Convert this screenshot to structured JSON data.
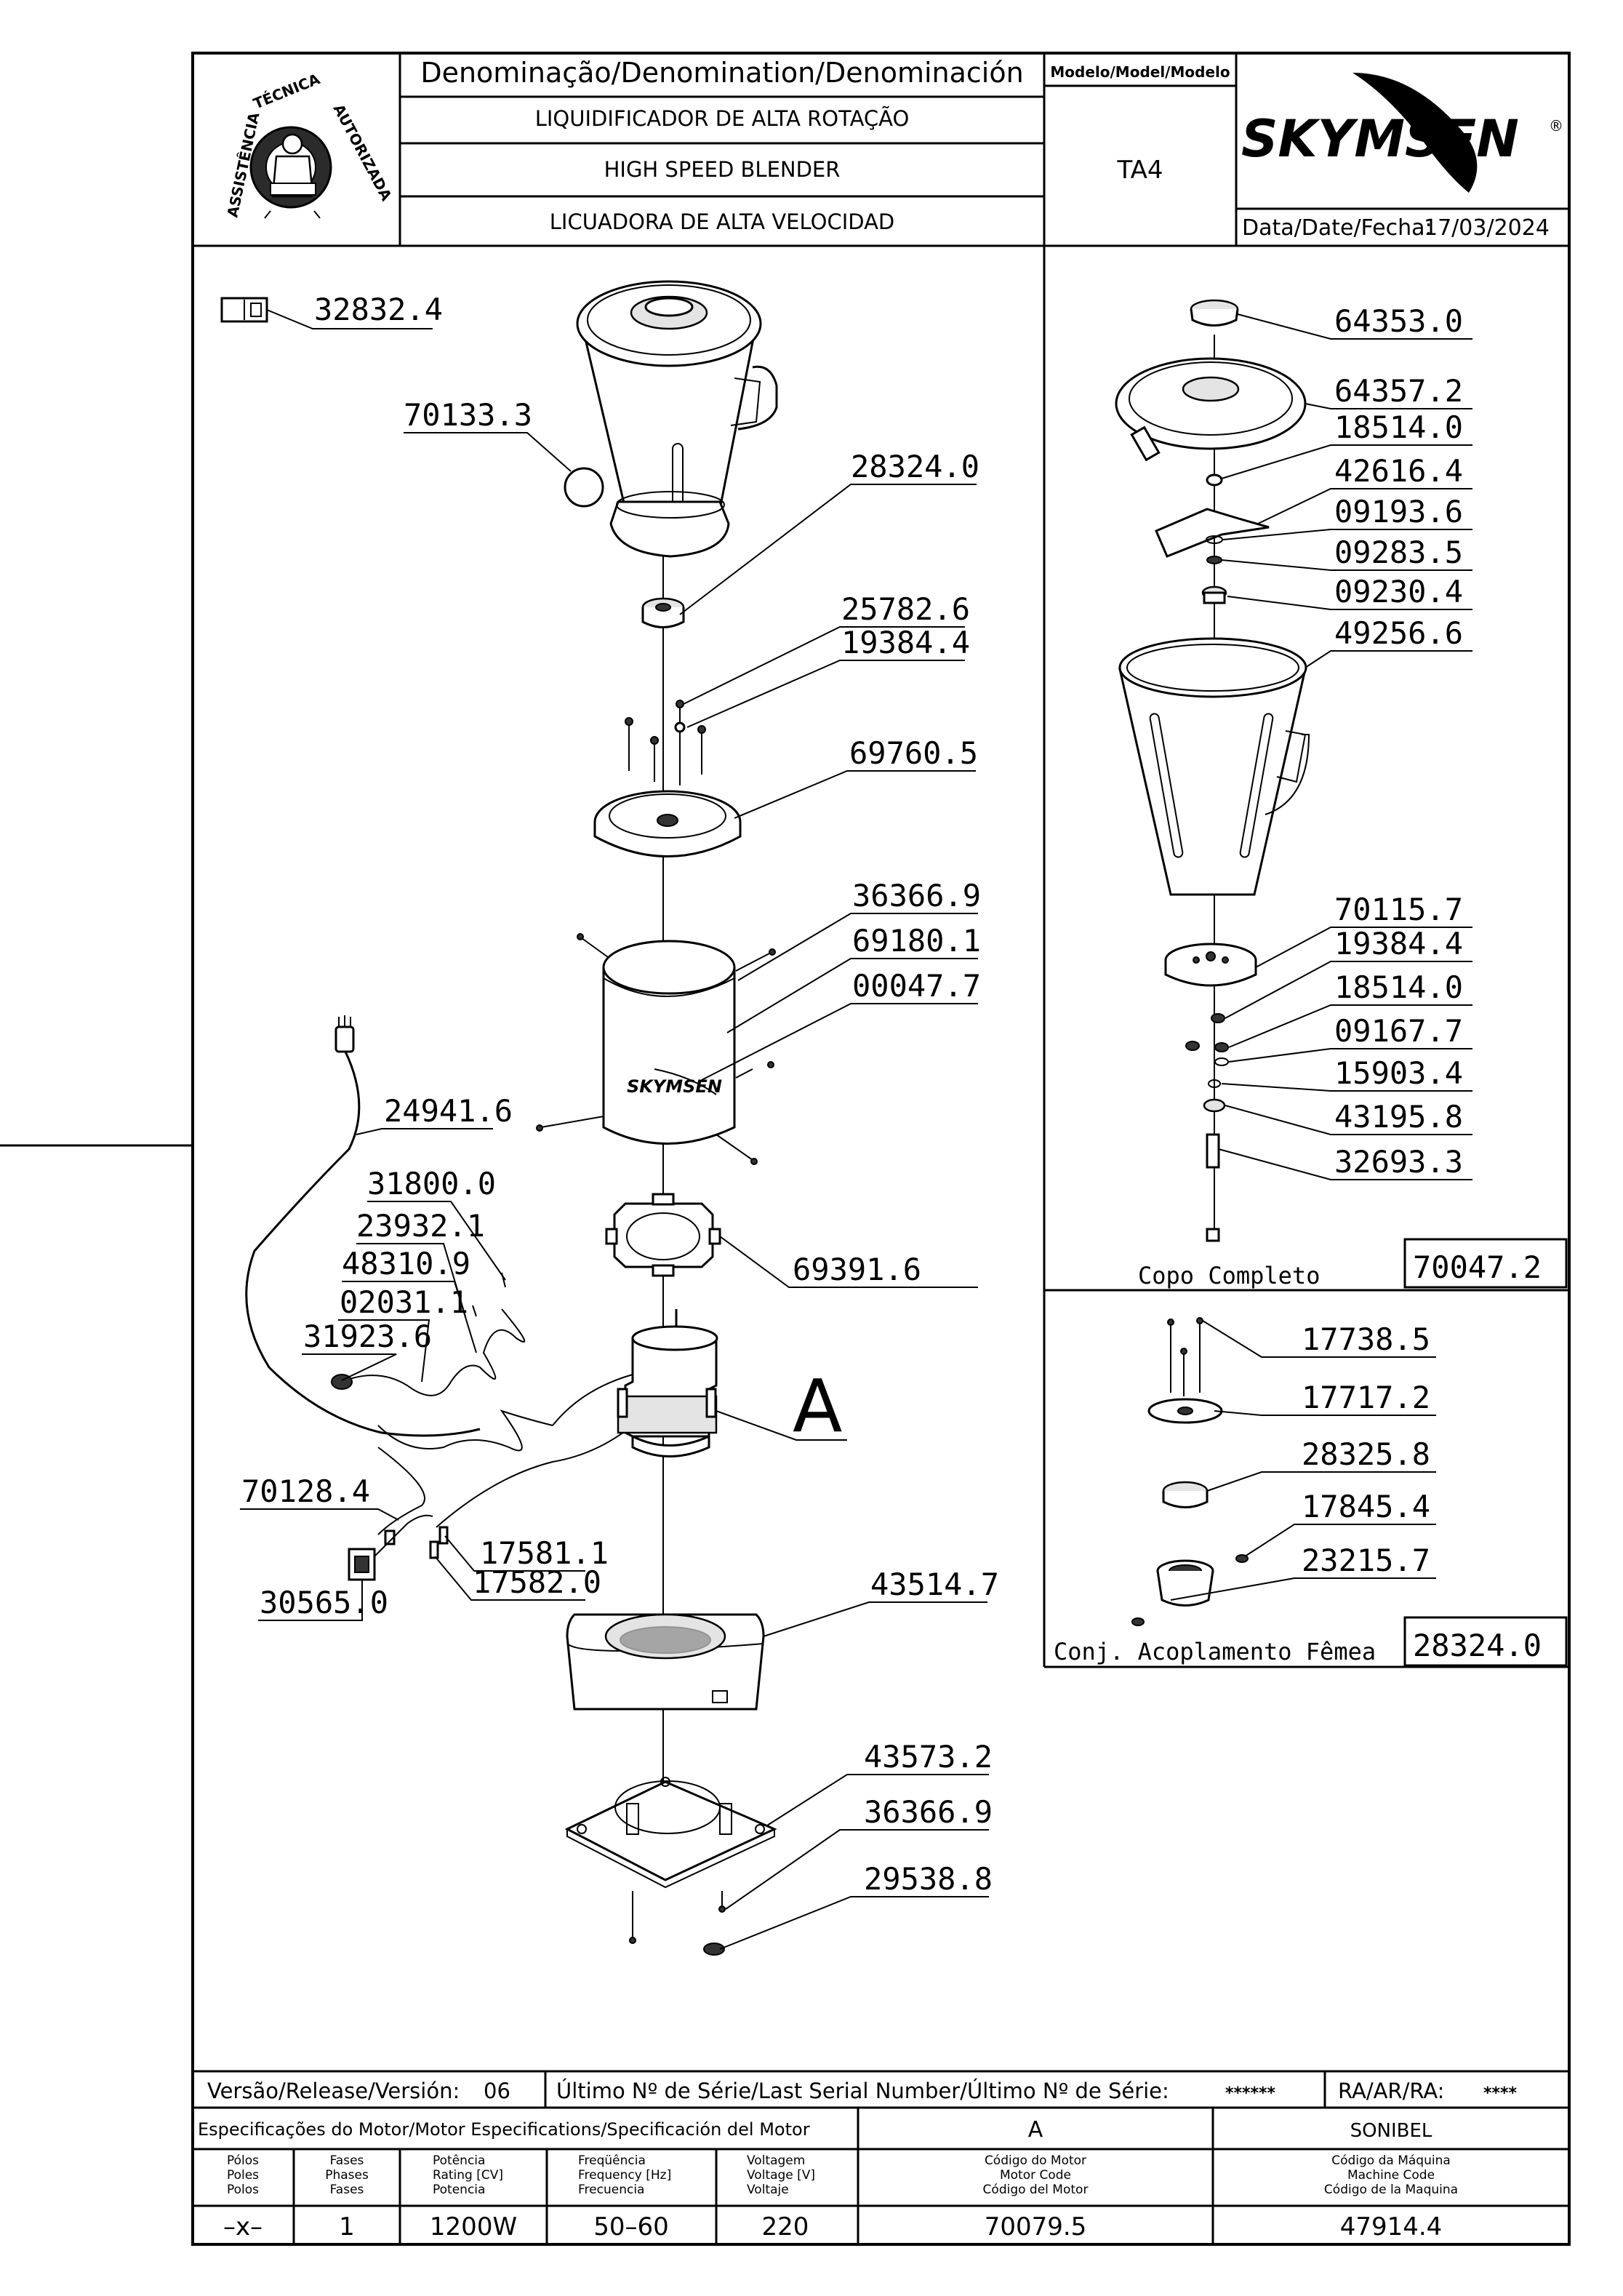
{
  "header": {
    "denomination_label": "Denominação/Denomination/Denominación",
    "name_pt": "LIQUIDIFICADOR DE ALTA ROTAÇÃO",
    "name_en": "HIGH SPEED BLENDER",
    "name_es": "LICUADORA DE ALTA VELOCIDAD",
    "model_label": "Modelo/Model/Modelo",
    "model_value": "TA4",
    "brand": "SKYMSEN",
    "brand_mark": "®",
    "date_label": "Data/Date/Fecha:",
    "date_value": "17/03/2024",
    "seal_text_left": "ASSISTÊNCIA",
    "seal_text_top": "TÉCNICA",
    "seal_text_right": "AUTORIZADA"
  },
  "parts": {
    "manual": "32832.4",
    "jar": "70133.3",
    "coupling_male": "28324.0",
    "p25782": "25782.6",
    "p19384a": "19384.4",
    "top_plate": "69760.5",
    "p36366a": "36366.9",
    "housing": "69180.1",
    "p00047": "00047.7",
    "cord": "24941.6",
    "p31800": "31800.0",
    "p23932": "23932.1",
    "p48310": "48310.9",
    "p02031": "02031.1",
    "p31923": "31923.6",
    "gasket": "69391.6",
    "motor_letter": "A",
    "p70128": "70128.4",
    "p17581": "17581.1",
    "p17582": "17582.0",
    "switch": "30565.0",
    "base": "43514.7",
    "bottom": "43573.2",
    "p36366b": "36366.9",
    "foot": "29538.8"
  },
  "cup_parts": {
    "p64353": "64353.0",
    "p64357": "64357.2",
    "p18514a": "18514.0",
    "p42616": "42616.4",
    "p09193": "09193.6",
    "p09283": "09283.5",
    "p09230": "09230.4",
    "p49256": "49256.6",
    "p70115": "70115.7",
    "p19384b": "19384.4",
    "p18514b": "18514.0",
    "p09167": "09167.7",
    "p15903": "15903.4",
    "p43195": "43195.8",
    "p32693": "32693.3",
    "copo_label": "Copo Completo",
    "copo_code": "70047.2"
  },
  "coupling_parts": {
    "p17738": "17738.5",
    "p17717": "17717.2",
    "p28325": "28325.8",
    "p17845": "17845.4",
    "p23215": "23215.7",
    "conj_label": "Conj. Acoplamento Fêmea",
    "conj_code": "28324.0"
  },
  "footer": {
    "version_label": "Versão/Release/Versión:",
    "version_value": "06",
    "serial_label": "Último Nº de Série/Last Serial Number/Último Nº de Série:",
    "serial_value": "******",
    "ra_label": "RA/AR/RA:",
    "ra_value": "****",
    "spec_label": "Especificações do Motor/Motor Especifications/Specificación del Motor",
    "motor_letter": "A",
    "manufacturer": "SONIBEL",
    "col_poles": [
      "Pólos",
      "Poles",
      "Polos"
    ],
    "col_phases": [
      "Fases",
      "Phases",
      "Fases"
    ],
    "col_power": [
      "Potência",
      "Rating [CV]",
      "Potencia"
    ],
    "col_freq": [
      "Freqüência",
      "Frequency [Hz]",
      "Frecuencia"
    ],
    "col_voltage": [
      "Voltagem",
      "Voltage [V]",
      "Voltaje"
    ],
    "col_motor_code": [
      "Código do Motor",
      "Motor Code",
      "Código del Motor"
    ],
    "col_machine_code": [
      "Código da Máquina",
      "Machine Code",
      "Código de la Maquina"
    ],
    "val_poles": "–x–",
    "val_phases": "1",
    "val_power": "1200W",
    "val_freq": "50–60",
    "val_voltage": "220",
    "val_motor_code": "70079.5",
    "val_machine_code": "47914.4"
  }
}
